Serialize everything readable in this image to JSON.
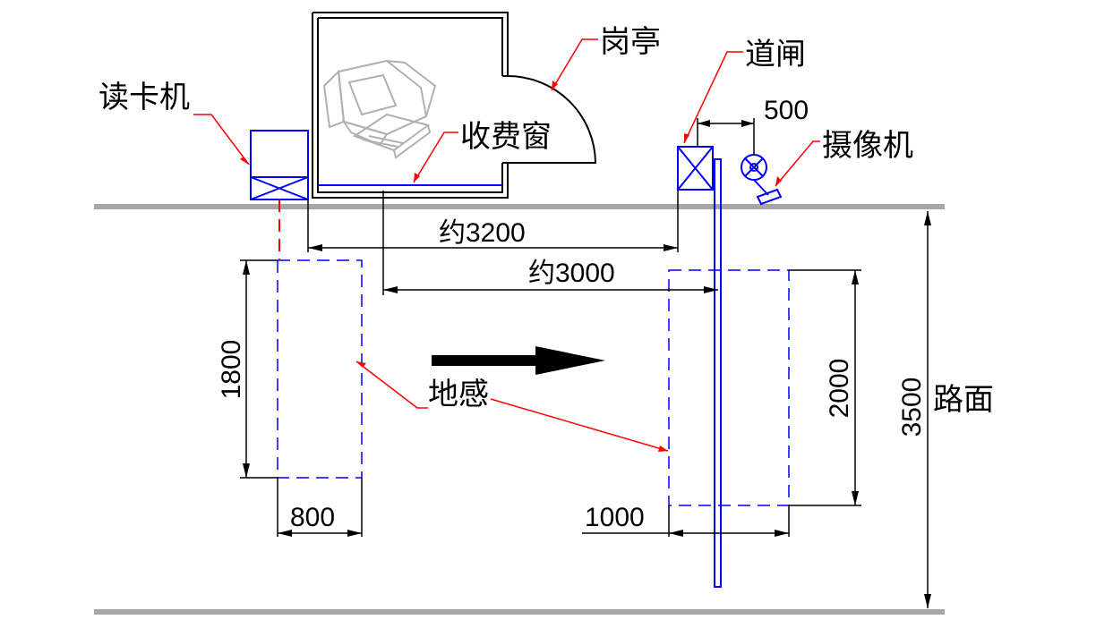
{
  "labels": {
    "booth": "岗亭",
    "barrier": "道闸",
    "card_reader": "读卡机",
    "toll_window": "收费窗",
    "camera": "摄像机",
    "loop_sensor": "地感",
    "road_surface": "路面"
  },
  "dimensions": {
    "d500": "500",
    "d3200": "约3200",
    "d3000": "约3000",
    "d1800": "1800",
    "d800": "800",
    "d1000": "1000",
    "d2000": "2000",
    "d3500": "3500"
  },
  "colors": {
    "road_edge": "#a6a6a6",
    "leader": "#ff0000",
    "equipment": "#0000ff",
    "line": "#000000",
    "computer": "#b0b0b0"
  }
}
